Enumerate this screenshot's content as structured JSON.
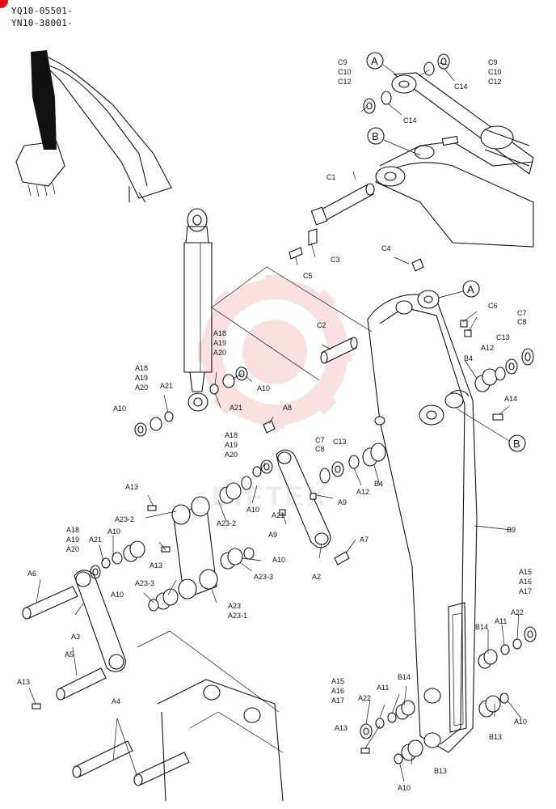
{
  "header": {
    "serial_1": "YQ10-05501-",
    "serial_2": "YN10-38001-"
  },
  "callouts": [
    "A",
    "B"
  ],
  "labels": [
    {
      "id": "c9a",
      "t": "C9"
    },
    {
      "id": "c10a",
      "t": "C10"
    },
    {
      "id": "c12a",
      "t": "C12"
    },
    {
      "id": "c9b",
      "t": "C9"
    },
    {
      "id": "c10b",
      "t": "C10"
    },
    {
      "id": "c12b",
      "t": "C12"
    },
    {
      "id": "c14a",
      "t": "C14"
    },
    {
      "id": "c14b",
      "t": "C14"
    },
    {
      "id": "c1",
      "t": "C1"
    },
    {
      "id": "c3",
      "t": "C3"
    },
    {
      "id": "c5",
      "t": "C5"
    },
    {
      "id": "c4",
      "t": "C4"
    },
    {
      "id": "c2",
      "t": "C2"
    },
    {
      "id": "c6",
      "t": "C6"
    },
    {
      "id": "c7a",
      "t": "C7"
    },
    {
      "id": "c8a",
      "t": "C8"
    },
    {
      "id": "c13a",
      "t": "C13"
    },
    {
      "id": "a12a",
      "t": "A12"
    },
    {
      "id": "b4a",
      "t": "B4"
    },
    {
      "id": "a14",
      "t": "A14"
    },
    {
      "id": "c7b",
      "t": "C7"
    },
    {
      "id": "c8b",
      "t": "C8"
    },
    {
      "id": "c13b",
      "t": "C13"
    },
    {
      "id": "a12b",
      "t": "A12"
    },
    {
      "id": "b4b",
      "t": "B4"
    },
    {
      "id": "a18a",
      "t": "A18"
    },
    {
      "id": "a19a",
      "t": "A19"
    },
    {
      "id": "a20a",
      "t": "A20"
    },
    {
      "id": "a10a",
      "t": "A10"
    },
    {
      "id": "a18b",
      "t": "A18"
    },
    {
      "id": "a19b",
      "t": "A19"
    },
    {
      "id": "a20b",
      "t": "A20"
    },
    {
      "id": "a21a",
      "t": "A21"
    },
    {
      "id": "a10b",
      "t": "A10"
    },
    {
      "id": "a21b",
      "t": "A21"
    },
    {
      "id": "a8",
      "t": "A8"
    },
    {
      "id": "a18c",
      "t": "A18"
    },
    {
      "id": "a19c",
      "t": "A19"
    },
    {
      "id": "a20c",
      "t": "A20"
    },
    {
      "id": "a21c",
      "t": "A21"
    },
    {
      "id": "a10c",
      "t": "A10"
    },
    {
      "id": "a9a",
      "t": "A9"
    },
    {
      "id": "a9b",
      "t": "A9"
    },
    {
      "id": "a7",
      "t": "A7"
    },
    {
      "id": "a2",
      "t": "A2"
    },
    {
      "id": "a13a",
      "t": "A13"
    },
    {
      "id": "a23_2a",
      "t": "A23-2"
    },
    {
      "id": "a23_2b",
      "t": "A23-2"
    },
    {
      "id": "a18d",
      "t": "A18"
    },
    {
      "id": "a19d",
      "t": "A19"
    },
    {
      "id": "a20d",
      "t": "A20"
    },
    {
      "id": "a21d",
      "t": "A21"
    },
    {
      "id": "a10d",
      "t": "A10"
    },
    {
      "id": "a13b",
      "t": "A13"
    },
    {
      "id": "a10e",
      "t": "A10"
    },
    {
      "id": "a23_3a",
      "t": "A23-3"
    },
    {
      "id": "a23_3b",
      "t": "A23-3"
    },
    {
      "id": "a10f",
      "t": "A10"
    },
    {
      "id": "a23",
      "t": "A23"
    },
    {
      "id": "a23_1",
      "t": "A23-1"
    },
    {
      "id": "a6",
      "t": "A6"
    },
    {
      "id": "a3",
      "t": "A3"
    },
    {
      "id": "a5",
      "t": "A5"
    },
    {
      "id": "a13c",
      "t": "A13"
    },
    {
      "id": "a4",
      "t": "A4"
    },
    {
      "id": "b9",
      "t": "B9"
    },
    {
      "id": "a15a",
      "t": "A15"
    },
    {
      "id": "a16a",
      "t": "A16"
    },
    {
      "id": "a17a",
      "t": "A17"
    },
    {
      "id": "a22a",
      "t": "A22"
    },
    {
      "id": "a11a",
      "t": "A11"
    },
    {
      "id": "b14a",
      "t": "B14"
    },
    {
      "id": "a15b",
      "t": "A15"
    },
    {
      "id": "a16b",
      "t": "A16"
    },
    {
      "id": "a17b",
      "t": "A17"
    },
    {
      "id": "b14b",
      "t": "B14"
    },
    {
      "id": "a22b",
      "t": "A22"
    },
    {
      "id": "a11b",
      "t": "A11"
    },
    {
      "id": "a13d",
      "t": "A13"
    },
    {
      "id": "a10g",
      "t": "A10"
    },
    {
      "id": "b13a",
      "t": "B13"
    },
    {
      "id": "a10h",
      "t": "A10"
    },
    {
      "id": "b13b",
      "t": "B13"
    }
  ],
  "colors": {
    "line": "#111111",
    "watermark": "#f7c9c9",
    "corner_mark": "#e01010"
  },
  "watermark_text": "DIFTEX"
}
